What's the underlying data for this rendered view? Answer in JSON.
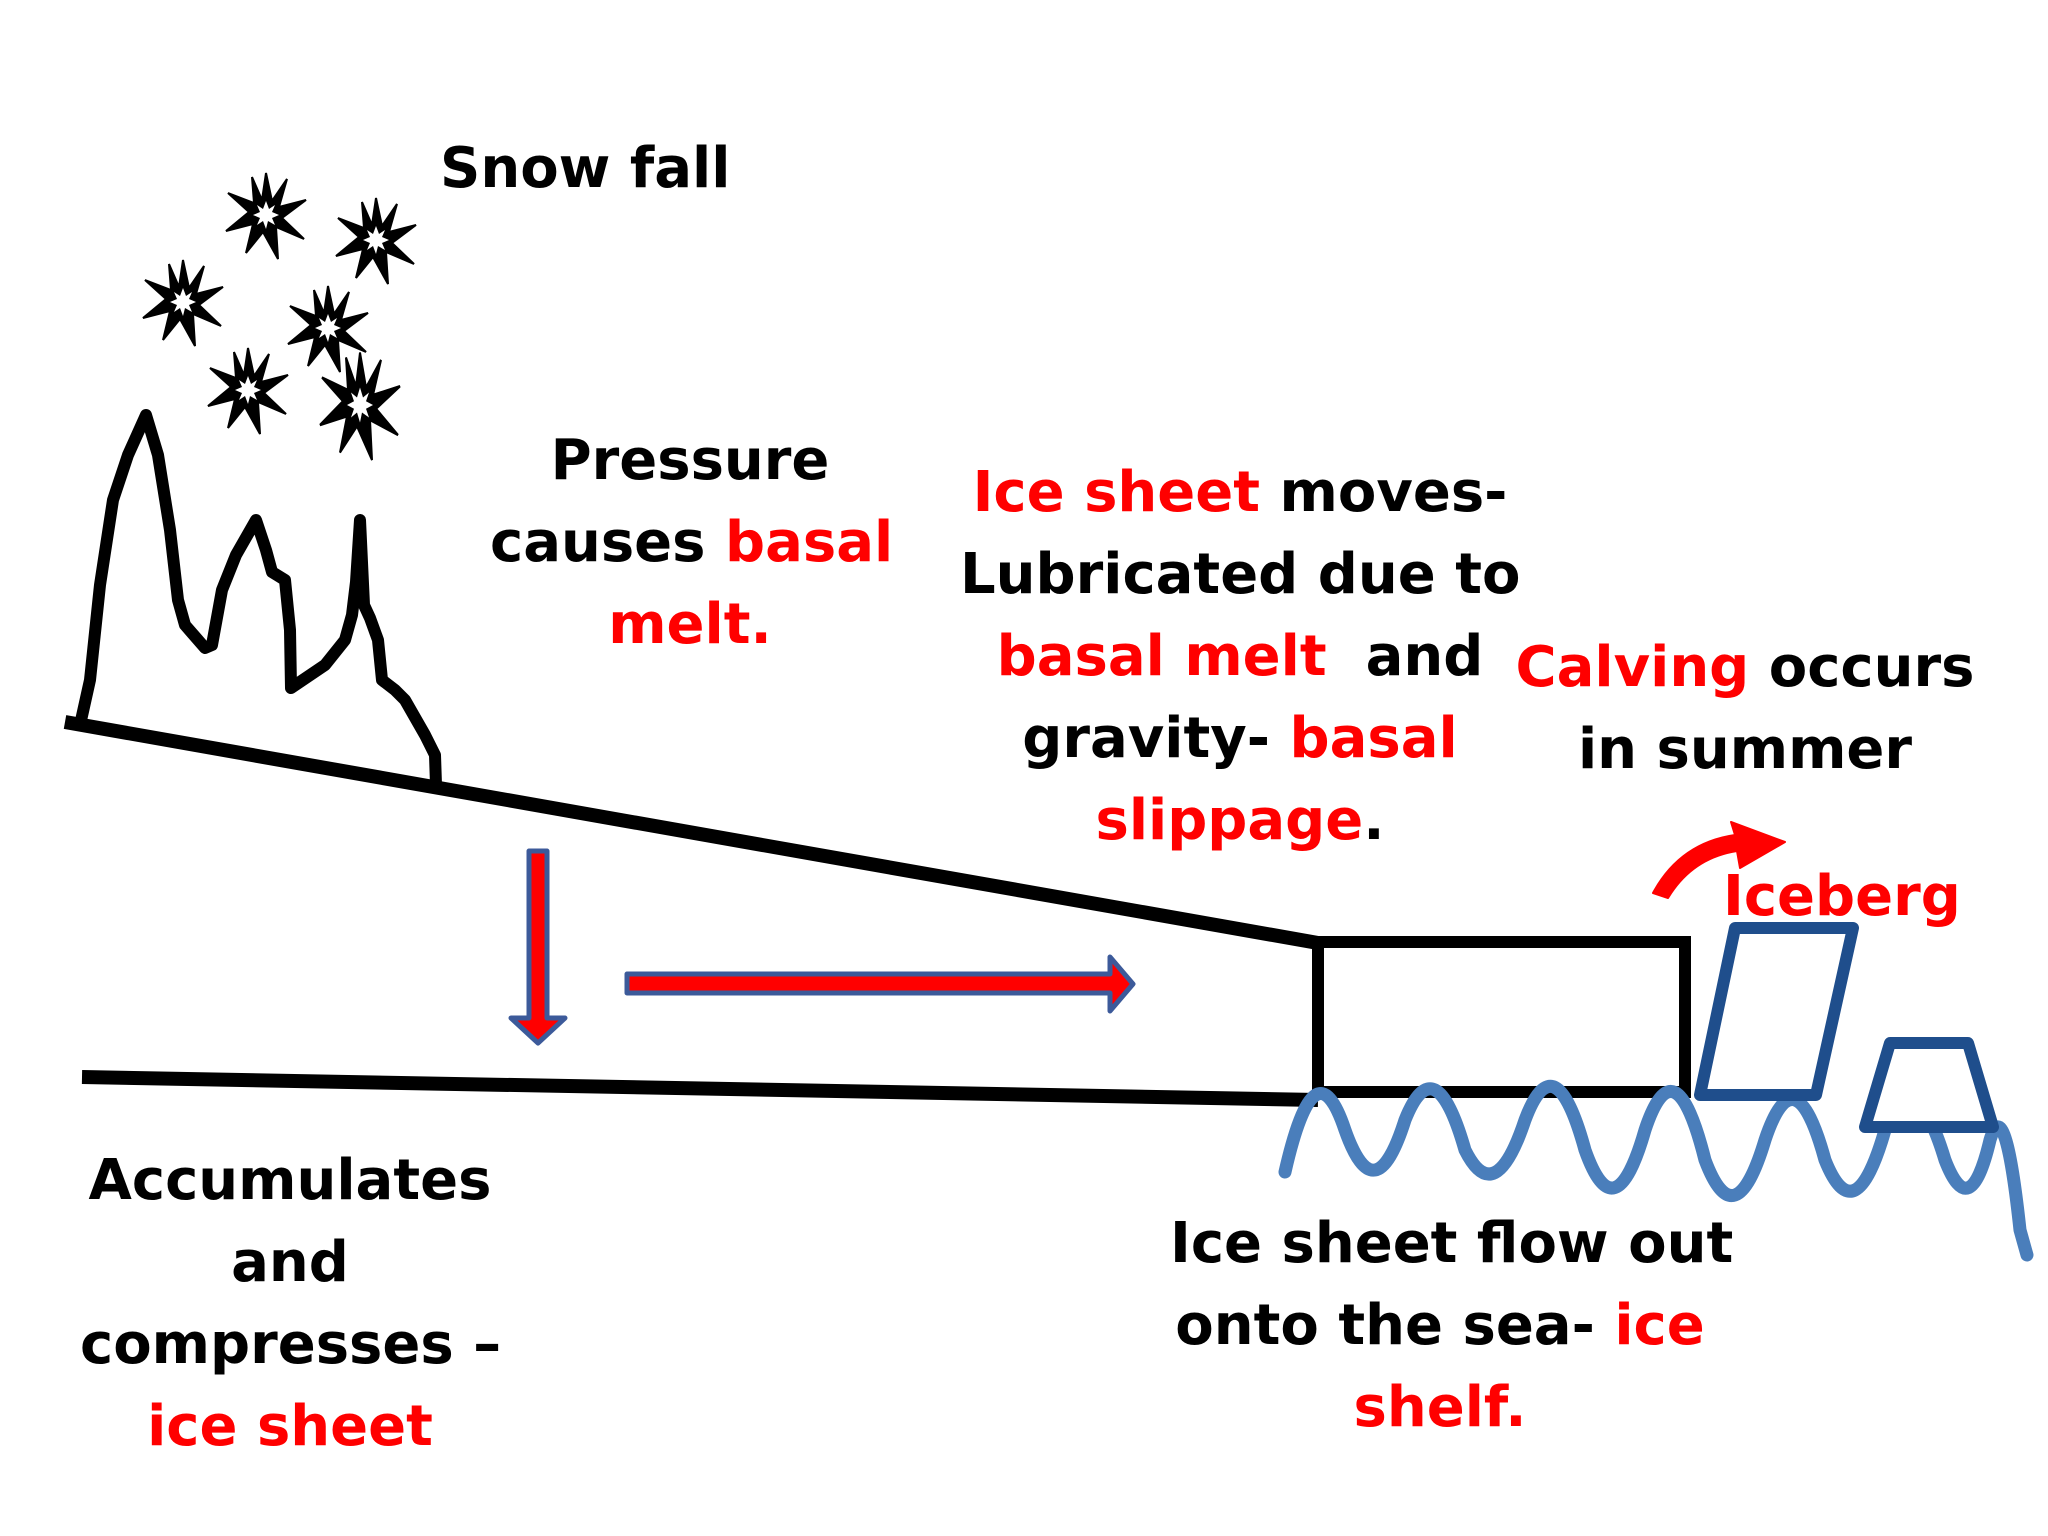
{
  "colors": {
    "ink": "#000000",
    "highlight": "#ff0000",
    "sea": "#4a7ebb",
    "iceberg": "#1f4e8c",
    "arrow_outline": "#3c5a9a"
  },
  "icons": {
    "snowflakes": "starburst-icon",
    "pressure_arrow": "arrow-down-icon",
    "flow_arrow": "arrow-right-icon",
    "calving_arrow": "curved-arrow-icon"
  },
  "labels": {
    "snow_fall": "Snow fall",
    "pressure": {
      "line1": "Pressure",
      "line2_black": "causes ",
      "line2_red": "basal",
      "line3_red": "melt."
    },
    "ice_sheet_moves": {
      "line1_red": "Ice sheet",
      "line1_black": " moves-",
      "line2": "Lubricated due to",
      "line3_red": "basal melt",
      "line3_black": "  and",
      "line4_black": "gravity- ",
      "line4_red": "basal",
      "line5_red": "slippage",
      "line5_black": "."
    },
    "calving": {
      "line1_red": "Calving",
      "line1_black": " occurs",
      "line2": "in summer"
    },
    "iceberg": "Iceberg",
    "accumulates": {
      "line1": "Accumulates",
      "line2": "and",
      "line3": "compresses –",
      "line4_red": "ice sheet"
    },
    "flow_out": {
      "line1": "Ice sheet flow out",
      "line2_black": "onto the sea- ",
      "line2_red": "ice",
      "line3_red": "shelf."
    }
  }
}
